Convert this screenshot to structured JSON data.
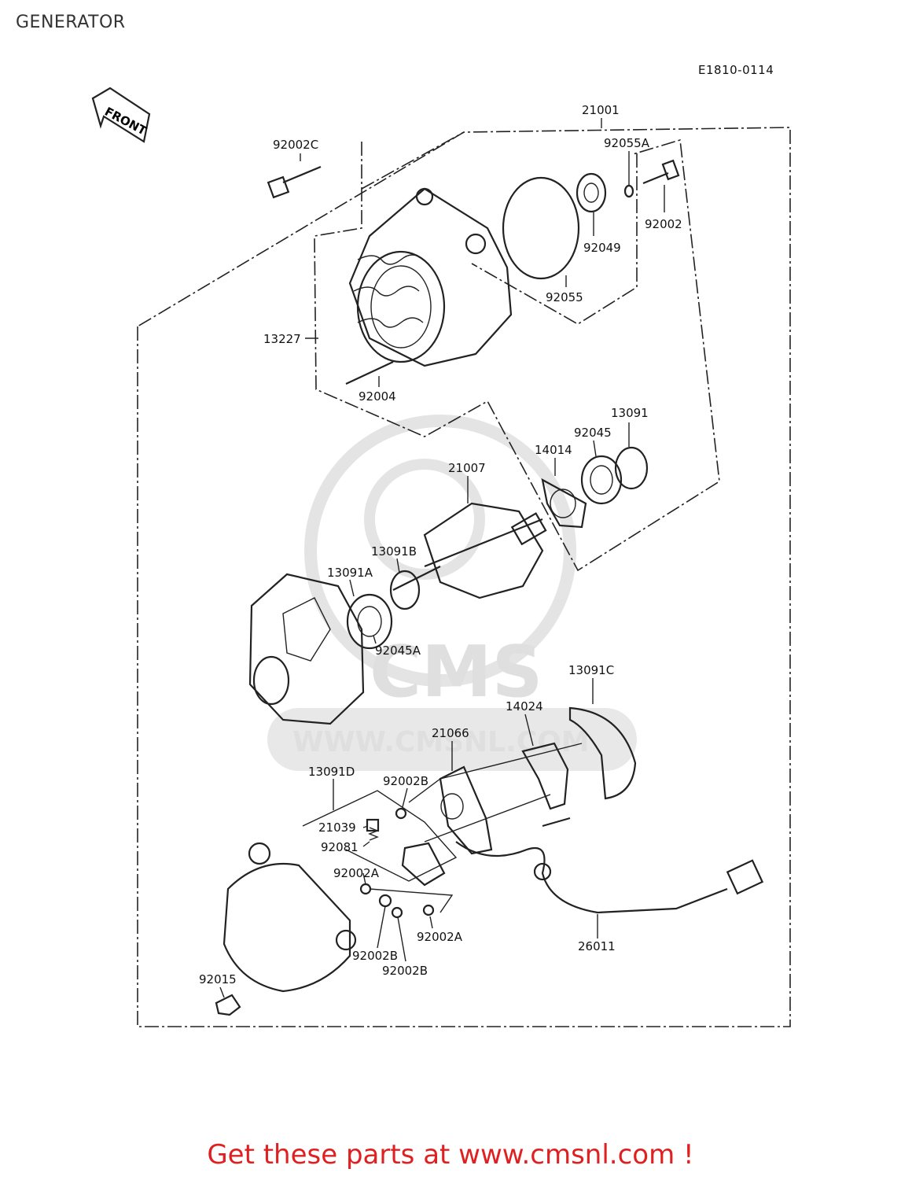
{
  "page": {
    "title": "GENERATOR",
    "diagram_code": "E1810-0114",
    "front_arrow_label": "FRONT",
    "watermark_brand": "CMS",
    "watermark_url": "WWW.CMSNL.COM",
    "footer_link_text": "Get these parts at www.cmsnl.com !"
  },
  "colors": {
    "footer_link": "#e02020",
    "line_art": "#222222",
    "watermark": "#dcdcdc"
  },
  "parts": [
    {
      "id": "p21001",
      "label": "21001"
    },
    {
      "id": "p92002C",
      "label": "92002C"
    },
    {
      "id": "p92055A",
      "label": "92055A"
    },
    {
      "id": "p92002",
      "label": "92002"
    },
    {
      "id": "p92049",
      "label": "92049"
    },
    {
      "id": "p92055",
      "label": "92055"
    },
    {
      "id": "p13227",
      "label": "13227"
    },
    {
      "id": "p92004",
      "label": "92004"
    },
    {
      "id": "p13091",
      "label": "13091"
    },
    {
      "id": "p92045",
      "label": "92045"
    },
    {
      "id": "p14014",
      "label": "14014"
    },
    {
      "id": "p21007",
      "label": "21007"
    },
    {
      "id": "p13091B",
      "label": "13091B"
    },
    {
      "id": "p13091A",
      "label": "13091A"
    },
    {
      "id": "p92045A",
      "label": "92045A"
    },
    {
      "id": "p13091C",
      "label": "13091C"
    },
    {
      "id": "p14024",
      "label": "14024"
    },
    {
      "id": "p21066",
      "label": "21066"
    },
    {
      "id": "p13091D",
      "label": "13091D"
    },
    {
      "id": "p92002B_top",
      "label": "92002B"
    },
    {
      "id": "p21039",
      "label": "21039"
    },
    {
      "id": "p92081",
      "label": "92081"
    },
    {
      "id": "p92002A_left",
      "label": "92002A"
    },
    {
      "id": "p92002A_right",
      "label": "92002A"
    },
    {
      "id": "p92002B_mid",
      "label": "92002B"
    },
    {
      "id": "p92002B_bot",
      "label": "92002B"
    },
    {
      "id": "p26011",
      "label": "26011"
    },
    {
      "id": "p92015",
      "label": "92015"
    }
  ]
}
